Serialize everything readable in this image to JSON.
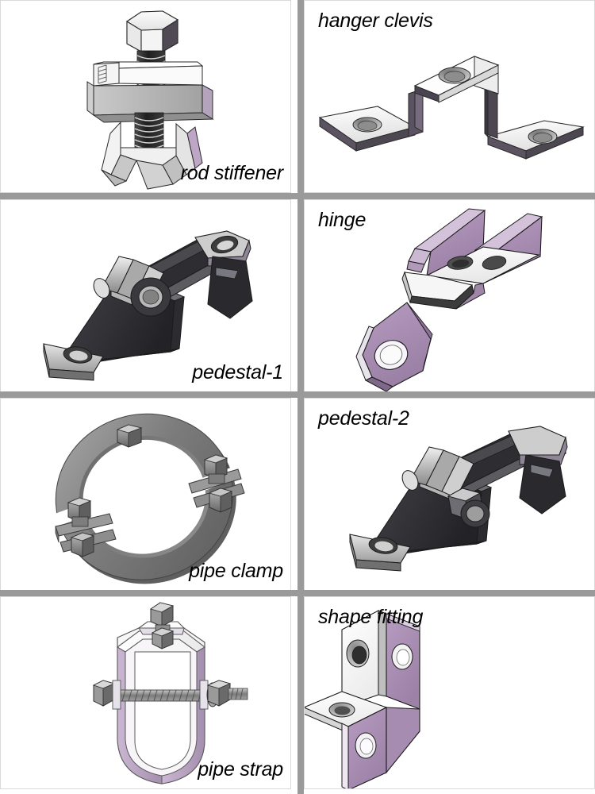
{
  "sheet": {
    "title": "pipe hanger and support component catalog sheet",
    "layout": {
      "columns": 2,
      "rows": 4
    },
    "divider_color": "#9a9a9a",
    "background_color": "#ffffff"
  },
  "palette": {
    "metal_light": "#f2f2f2",
    "metal_mid": "#b8b8b8",
    "metal_dark": "#6f6f6f",
    "metal_darkest": "#3a3a3a",
    "charcoal": "#2f2f33",
    "purple": "#a98cb4",
    "purple_light": "#c3abcc",
    "purple_dark": "#8f7399",
    "outline": "#1a1a1a",
    "caption_color": "#000000"
  },
  "cells": [
    {
      "id": "rod-stiffener",
      "label": "rod stiffener",
      "label_position": "bottom-right",
      "row": 1,
      "column": 1,
      "part_colors": [
        "#f2f2f2",
        "#b8b8b8",
        "#3a3a3a",
        "#a98cb4"
      ]
    },
    {
      "id": "hanger-clevis",
      "label": "hanger clevis",
      "label_position": "top-left",
      "row": 1,
      "column": 2,
      "part_colors": [
        "#f5f5f5",
        "#cfcfcf",
        "#4a4452",
        "#a98cb4"
      ]
    },
    {
      "id": "pedestal-1",
      "label": "pedestal-1",
      "label_position": "bottom-right",
      "row": 2,
      "column": 1,
      "part_colors": [
        "#d8d8d8",
        "#9b9b9b",
        "#2f2f33"
      ]
    },
    {
      "id": "hinge",
      "label": "hinge",
      "label_position": "top-left",
      "row": 2,
      "column": 2,
      "part_colors": [
        "#a98cb4",
        "#f2f2f2",
        "#4a4a4a"
      ]
    },
    {
      "id": "pipe-clamp",
      "label": "pipe clamp",
      "label_position": "bottom-right",
      "row": 3,
      "column": 1,
      "part_colors": [
        "#8e8e8e",
        "#6a6a6a",
        "#4a4a4a"
      ]
    },
    {
      "id": "pedestal-2",
      "label": "pedestal-2",
      "label_position": "top-left",
      "row": 3,
      "column": 2,
      "part_colors": [
        "#d8d8d8",
        "#9b9b9b",
        "#2f2f33"
      ]
    },
    {
      "id": "pipe-strap",
      "label": "pipe strap",
      "label_position": "bottom-right",
      "row": 4,
      "column": 1,
      "part_colors": [
        "#bda6c6",
        "#f0f0f0",
        "#8a8a8a"
      ]
    },
    {
      "id": "shape-fitting",
      "label": "shape fitting",
      "label_position": "top-left",
      "row": 4,
      "column": 2,
      "part_colors": [
        "#a98cb4",
        "#f5f5f5",
        "#c9c9c9"
      ]
    }
  ]
}
